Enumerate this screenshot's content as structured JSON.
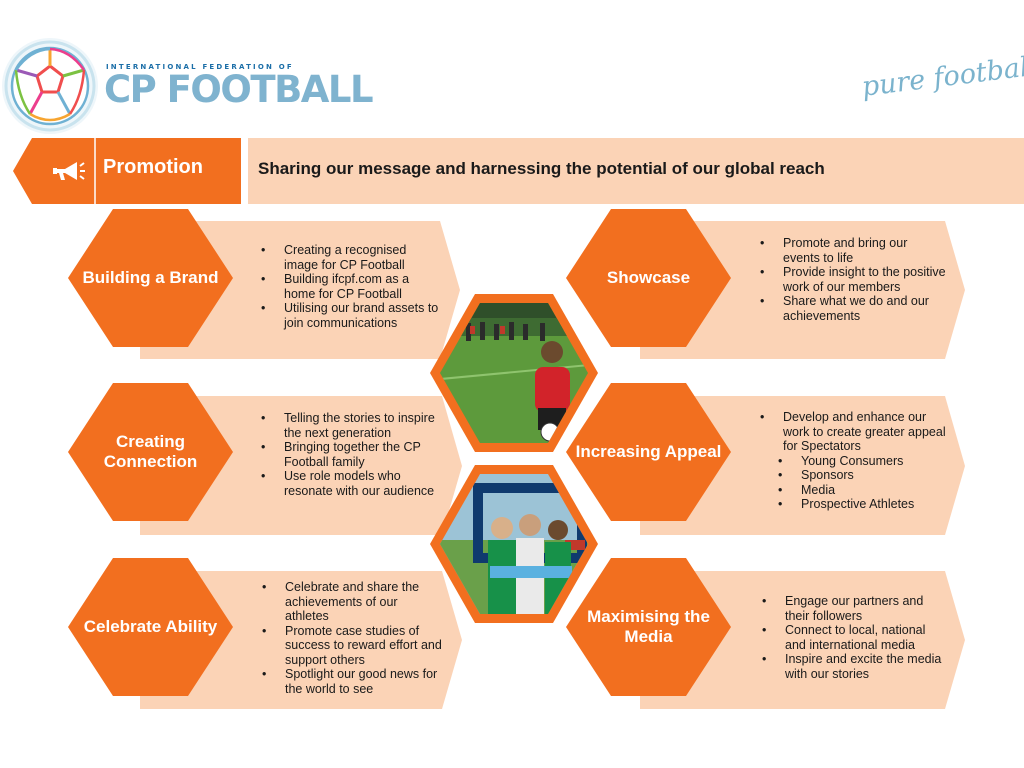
{
  "logo": {
    "small_text": "INTERNATIONAL FEDERATION OF",
    "big_text": "CP FOOTBALL",
    "tagline": "pure football"
  },
  "header": {
    "title": "Promotion",
    "subtitle": "Sharing our message and harnessing the potential of our global reach",
    "icon": "megaphone-icon"
  },
  "colors": {
    "orange": "#f26f1f",
    "peach": "#fbd3b6",
    "logo_blue": "#7fb3cf",
    "tagline_blue": "#7bb3cd"
  },
  "sections": {
    "building_brand": {
      "label": "Building a Brand",
      "bullets": [
        "Creating a recognised image for CP Football",
        "Building ifcpf.com as a home for CP Football",
        "Utilising our brand assets to join communications"
      ]
    },
    "showcase": {
      "label": "Showcase",
      "bullets": [
        "Promote and bring our events to life",
        "Provide insight to the positive work of our members",
        "Share what we do and our achievements"
      ]
    },
    "creating_connection": {
      "label": "Creating Connection",
      "bullets": [
        "Telling the stories to inspire the next generation",
        "Bringing together the CP Football family",
        "Use role models who resonate with our audience"
      ]
    },
    "increasing_appeal": {
      "label": "Increasing Appeal",
      "bullets": [
        "Develop and enhance our work to create greater appeal for Spectators"
      ],
      "sub_bullets": [
        "Young Consumers",
        "Sponsors",
        "Media",
        "Prospective Athletes"
      ]
    },
    "celebrate_ability": {
      "label": "Celebrate Ability",
      "bullets": [
        "Celebrate and share the achievements of our athletes",
        "Promote case studies of success to reward effort and support others",
        "Spotlight our good news for the world to see"
      ]
    },
    "maximising_media": {
      "label": "Maximising the Media",
      "bullets": [
        "Engage our partners and their followers",
        "Connect to local, national and international media",
        "Inspire and excite the media with our stories"
      ]
    }
  }
}
